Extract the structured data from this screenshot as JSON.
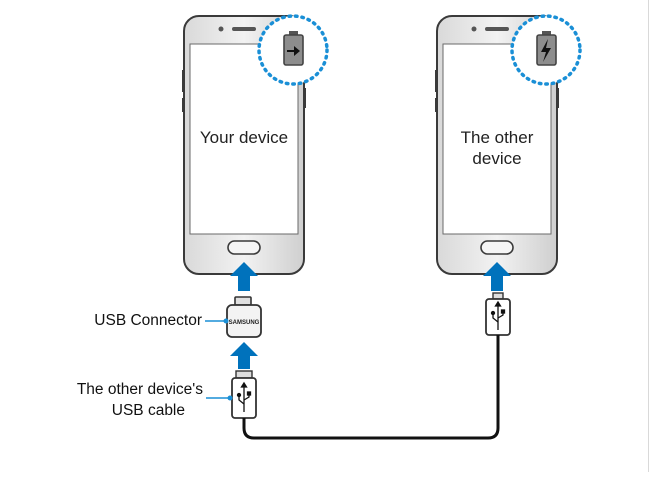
{
  "diagram": {
    "your_device_label": "Your device",
    "other_device_label_line1": "The other",
    "other_device_label_line2": "device",
    "usb_connector_label": "USB Connector",
    "usb_cable_label_line1": "The other device's",
    "usb_cable_label_line2": "USB cable",
    "connector_brand": "SAMSUNG"
  },
  "colors": {
    "arrow_blue": "#0072bc",
    "callout_blue": "#1a8fd6",
    "phone_stroke": "#3a3a3a",
    "phone_fill": "#e6e6e6",
    "screen_fill": "#ffffff"
  }
}
